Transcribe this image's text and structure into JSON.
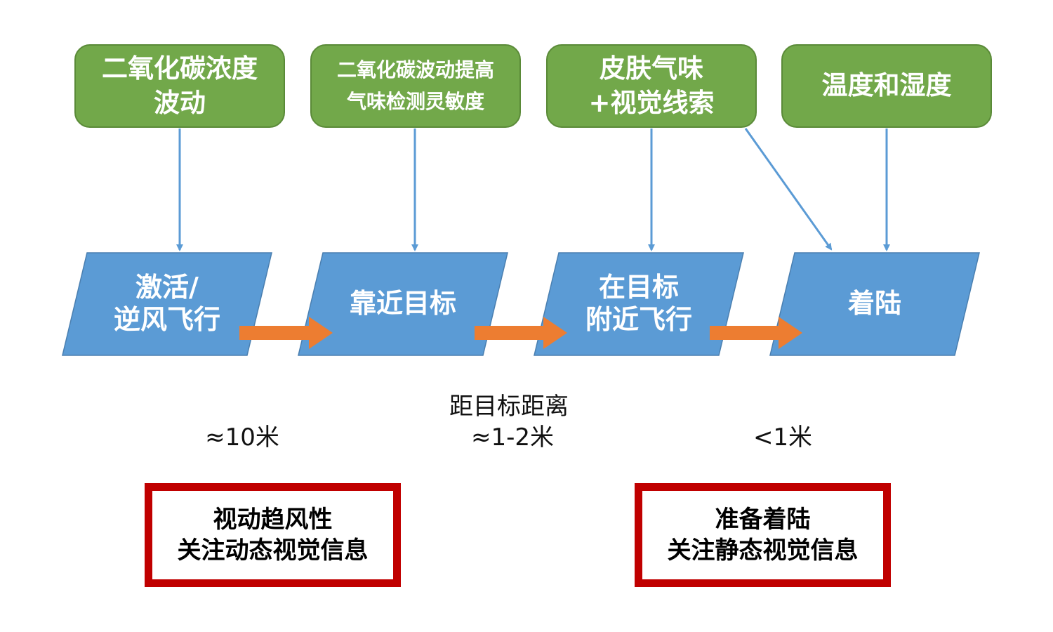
{
  "colors": {
    "cue_fill": "#72a84a",
    "stage_fill": "#5b9bd5",
    "connector": "#5b9bd5",
    "progress_arrow": "#ed7d31",
    "summary_border": "#c00000"
  },
  "cues": [
    {
      "lines": [
        "二氧化碳浓度",
        "波动"
      ]
    },
    {
      "lines": [
        "二氧化碳波动提高",
        "气味检测灵敏度"
      ]
    },
    {
      "lines": [
        "皮肤气味",
        "+视觉线索"
      ]
    },
    {
      "lines": [
        "温度和湿度"
      ]
    }
  ],
  "stages": [
    {
      "lines": [
        "激活/",
        "逆风飞行"
      ]
    },
    {
      "lines": [
        "靠近目标"
      ]
    },
    {
      "lines": [
        "在目标",
        "附近飞行"
      ]
    },
    {
      "lines": [
        "着陆"
      ]
    }
  ],
  "distance": {
    "title": "距目标距离",
    "values": [
      "≈10米",
      "≈1-2米",
      "<1米"
    ]
  },
  "summaries": [
    {
      "lines": [
        "视动趋风性",
        "关注动态视觉信息"
      ]
    },
    {
      "lines": [
        "准备着陆",
        "关注静态视觉信息"
      ]
    }
  ]
}
